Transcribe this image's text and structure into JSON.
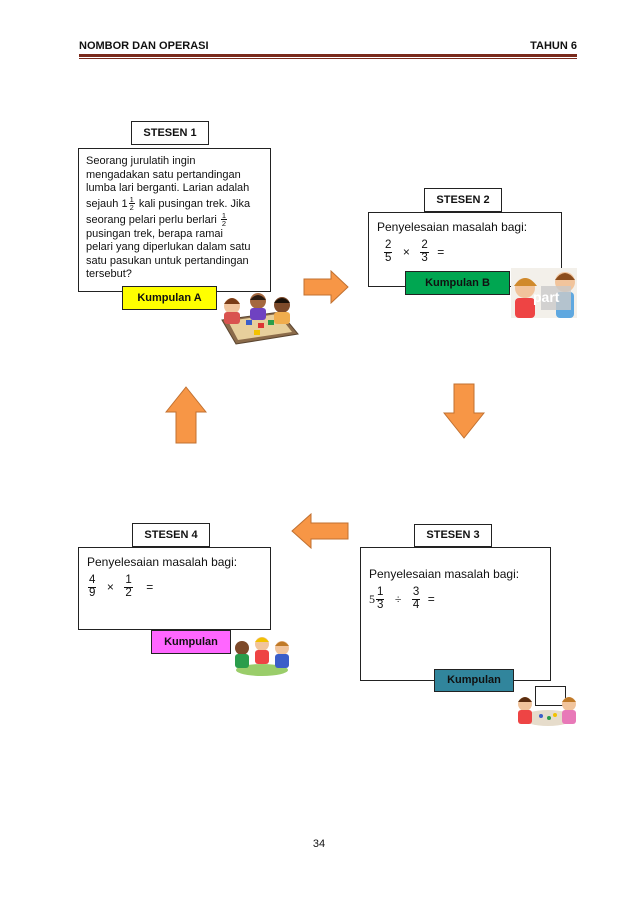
{
  "header": {
    "left": "NOMBOR DAN OPERASI",
    "right": "TAHUN 6"
  },
  "stations": {
    "s1": {
      "label": "STESEN 1",
      "text": {
        "l1": "Seorang jurulatih ingin",
        "l2": "mengadakan satu pertandingan",
        "l3": "lumba lari berganti. Larian adalah",
        "l4a": "sejauh 1",
        "l4n": "1",
        "l4d": "2",
        "l4b": " kali pusingan trek. Jika",
        "l5a": "seorang pelari perlu berlari ",
        "l5n": "1",
        "l5d": "2",
        "l6": "pusingan trek, berapa ramai",
        "l7": "pelari yang diperlukan dalam satu",
        "l8": "satu pasukan untuk pertandingan",
        "l9": "tersebut?"
      },
      "group": "Kumpulan A",
      "group_color": "#ffff00"
    },
    "s2": {
      "label": "STESEN 2",
      "prompt": "Penyelesaian masalah bagi:",
      "a_n": "2",
      "a_d": "5",
      "op": "×",
      "b_n": "2",
      "b_d": "3",
      "eq": "=",
      "group": "Kumpulan B",
      "group_color": "#00a651",
      "photo_text": "part"
    },
    "s3": {
      "label": "STESEN 3",
      "prompt": "Penyelesaian masalah bagi:",
      "whole": "5",
      "a_n": "1",
      "a_d": "3",
      "op": "÷",
      "b_n": "3",
      "b_d": "4",
      "eq": "=",
      "group": "Kumpulan",
      "group_color": "#31859c"
    },
    "s4": {
      "label": "STESEN 4",
      "prompt": "Penyelesaian masalah bagi:",
      "a_n": "4",
      "a_d": "9",
      "op": "×",
      "b_n": "1",
      "b_d": "2",
      "eq": "=",
      "group": "Kumpulan",
      "group_color": "#ff66ff"
    }
  },
  "arrow_color": "#f79646",
  "page_number": "34"
}
